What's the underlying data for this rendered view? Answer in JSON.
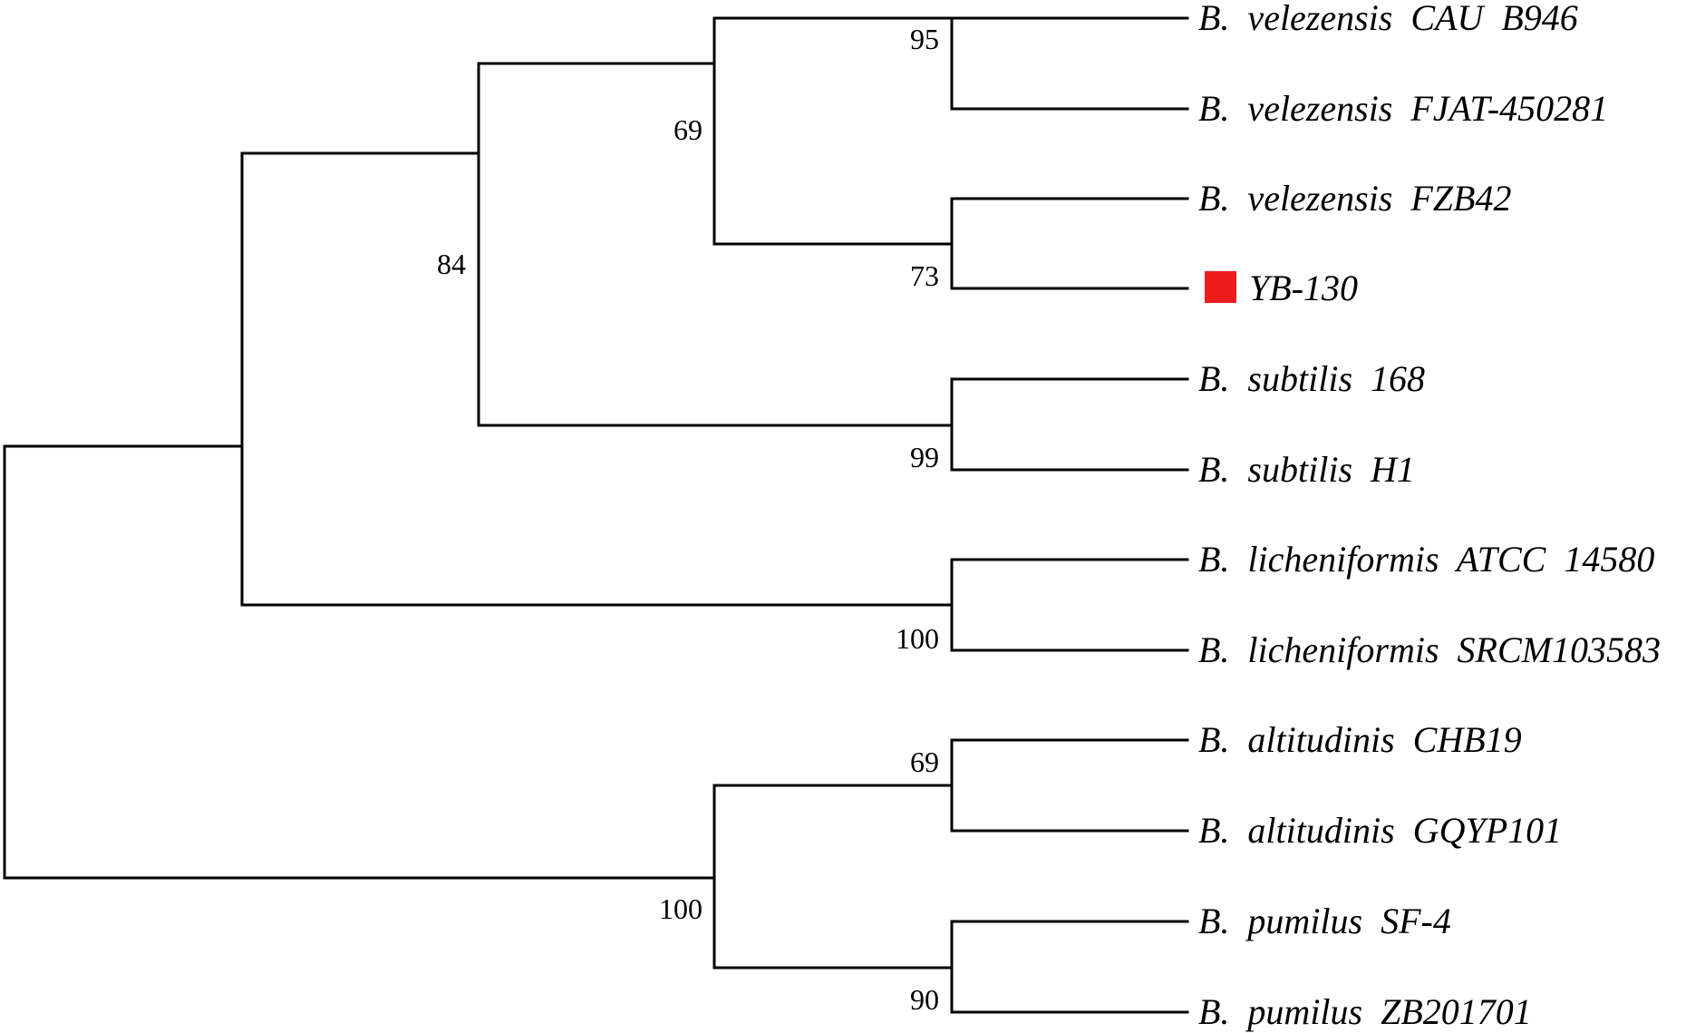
{
  "tree": {
    "taxa": [
      {
        "label": "B.  velezensis  CAU  B946"
      },
      {
        "label": "B.  velezensis  FJAT-450281"
      },
      {
        "label": "B.  velezensis  FZB42"
      },
      {
        "label": "YB-130",
        "marker_color": "#ee1c1c"
      },
      {
        "label": "B.  subtilis  168"
      },
      {
        "label": "B.  subtilis  H1"
      },
      {
        "label": "B.  licheniformis  ATCC  14580"
      },
      {
        "label": "B.  licheniformis  SRCM103583"
      },
      {
        "label": "B.  altitudinis  CHB19"
      },
      {
        "label": "B.  altitudinis  GQYP101"
      },
      {
        "label": "B.  pumilus  SF-4"
      },
      {
        "label": "B.  pumilus  ZB201701"
      }
    ],
    "bootstrap_values": {
      "velezensis_cau_fjat": "95",
      "velezensis_group": "69",
      "fzb42_yb130": "73",
      "velezensis_subtilis": "84",
      "subtilis": "99",
      "licheniformis": "100",
      "altitudinis": "69",
      "altitudinis_pumilus": "100",
      "pumilus": "90"
    }
  }
}
